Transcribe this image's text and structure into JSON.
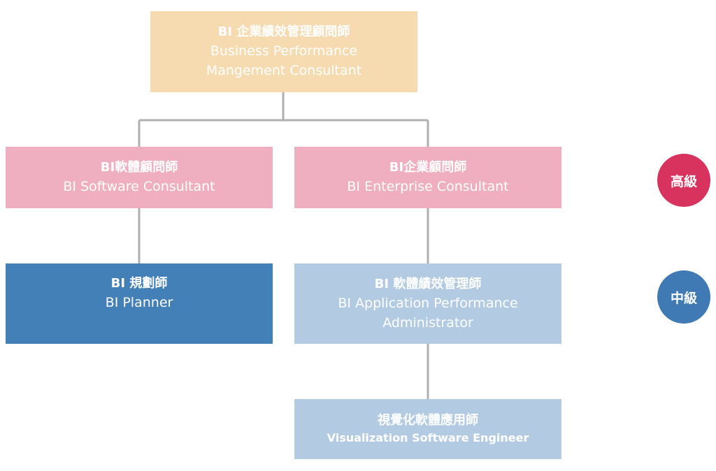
{
  "colors": {
    "top": "#f6dbb0",
    "senior": "#efafc0",
    "planner": "#4480b8",
    "mid": "#b3cbe2",
    "line": "#b0b0b0",
    "senior_badge": "#d7335e",
    "mid_badge": "#3f7ab5"
  },
  "nodes": {
    "bpm": {
      "zh": "BI 企業績效管理顧問師",
      "en_line1": "Business Performance",
      "en_line2": "Mangement Consultant"
    },
    "software_consultant": {
      "zh": "BI軟體顧問師",
      "en": "BI Software Consultant"
    },
    "enterprise_consultant": {
      "zh": "BI企業顧問師",
      "en": "BI Enterprise Consultant"
    },
    "planner": {
      "zh": "BI 規劃師",
      "en": "BI Planner"
    },
    "app_perf_admin": {
      "zh": "BI 軟體績效管理師",
      "en_line1": "BI Application Performance",
      "en_line2": "Administrator"
    },
    "viz_engineer": {
      "zh": "視覺化軟體應用師",
      "en": "Visualization Software Engineer"
    }
  },
  "levels": {
    "senior": "高級",
    "mid": "中級"
  }
}
